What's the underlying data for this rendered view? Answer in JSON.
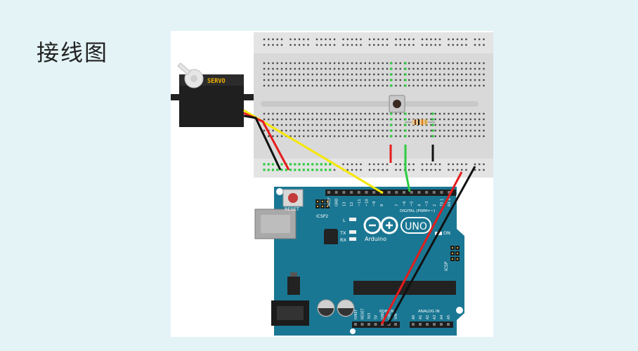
{
  "slide": {
    "title": "接线图"
  },
  "servo": {
    "label": "SERVO"
  },
  "arduino": {
    "reset_label": "RESET",
    "icsp2_label": "ICSP2",
    "icsp_label": "ICSP",
    "l_label": "L",
    "tx_label": "TX",
    "rx_label": "RX",
    "logo_text": "Arduino",
    "uno_text": "UNO",
    "on_label": "ON",
    "digital_label": "DIGITAL (PWM=~)",
    "power_label": "POWER",
    "analog_label": "ANALOG IN",
    "header_top_labels": [
      "AREF",
      "GND",
      "13",
      "12",
      "~11",
      "~10",
      "~9",
      "8",
      "",
      "7",
      "~6",
      "~5",
      "4",
      "~3",
      "2",
      "TX 1",
      "RX 0"
    ],
    "power_pins": [
      "IOREF",
      "RESET",
      "3V3",
      "5V",
      "GND",
      "GND",
      "VIN"
    ],
    "analog_pins": [
      "A0",
      "A1",
      "A2",
      "A3",
      "A4",
      "A5"
    ]
  },
  "colors": {
    "background": "#e3f3f6",
    "board": "#1a7793",
    "wire_yellow": "#f5e700",
    "wire_red": "#e51c1c",
    "wire_black": "#111111",
    "wire_green": "#2ecc40"
  }
}
